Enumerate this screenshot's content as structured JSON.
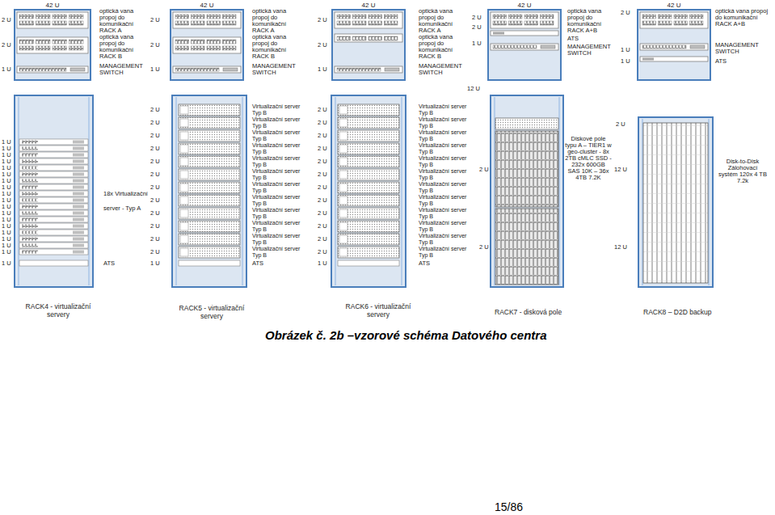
{
  "diagram": {
    "title": "Obrázek č. 2b –vzorové schéma Datového centra",
    "nodes": [
      {
        "text": [
          "42 U"
        ]
      },
      {
        "text": [
          "42 U"
        ]
      },
      {
        "text": [
          "42 U"
        ]
      },
      {
        "text": [
          "42 U"
        ]
      },
      {
        "text": [
          "42 U"
        ]
      }
    ],
    "labels": [
      "2 U",
      "optická vana propoj do komunikační RACK A",
      "2 U",
      "2 U",
      "optická vana propoj do komunikační RACK B",
      "2 U",
      "1 U",
      "MANAGEMENT SWITCH",
      "1 U",
      "optická vana propoj do komunikační RACK A",
      "2 U",
      "optická vana propoj do komunikační RACK B",
      "2 U",
      "MANAGEMENT SWITCH",
      "1 U",
      "optická vana propoj do komunikační RACK A",
      "2 U",
      "2 U",
      "optická vana propoj do komunikační RACK B",
      "1 U",
      "MANAGEMENT SWITCH",
      "12 U",
      "optická vana propoj do komunikační RACK A+B",
      "2 U",
      "ATS",
      "MANAGEMENT SWITCH",
      "1 U",
      "1 U",
      "optická vana propoj do komunikační RACK A+B",
      "MANAGEMENT SWITCH",
      "ATS",
      "1 U",
      "1 U",
      "1 U",
      "1 U",
      "1 U",
      "1 U",
      "1 U",
      "1 U",
      "1 U",
      "1 U",
      "1 U",
      "1 U",
      "1 U",
      "1 U",
      "1 U",
      "1 U",
      "1 U",
      "1 U",
      "1 U",
      "18x Virtualizační",
      "server - Typ A",
      "ATS",
      "2 U",
      "2 U",
      "2 U",
      "2 U",
      "2 U",
      "2 U",
      "2 U",
      "2 U",
      "2 U",
      "2 U",
      "2 U",
      "2 U",
      "1 U",
      "Virtualizační server Typ B",
      "Virtualizační server Typ B",
      "Virtualizační server Typ B",
      "Virtualizační server Typ B",
      "Virtualizační server Typ B",
      "Virtualizační server Typ B",
      "Virtualizační server Typ B",
      "Virtualizační server Typ B",
      "Virtualizační server Typ B",
      "Virtualizační server Typ B",
      "Virtualizační server Typ B",
      "Virtualizační server Typ B",
      "ATS",
      "2 U",
      "2 U",
      "2 U",
      "2 U",
      "2 U",
      "2 U",
      "2 U",
      "2 U",
      "2 U",
      "2 U",
      "2 U",
      "2 U",
      "1 U",
      "Virtualizační server Typ B",
      "Virtualizační server Typ B",
      "Virtualizační server Typ B",
      "Virtualizační server Typ B",
      "Virtualizační server Typ B",
      "Virtualizační server Typ B",
      "Virtualizační server Typ B",
      "Virtualizační server Typ B",
      "Virtualizační server Typ B",
      "Virtualizační server Typ B",
      "Virtualizační server Typ B",
      "Virtualizační server Typ B",
      "ATS",
      "2 U",
      "2 U",
      "2 U",
      "Diskové pole typu A – TIER1 w geo-cluster - 8x 2TB cMLC SSD - 232x 600GB SAS 10K – 36x 4TB 7.2K",
      "12 U",
      "12 U",
      "Disk-to-Disk Zálohovací systém 120x 4 TB 7.2k",
      "RACK4 - virtualizační servery",
      "RACK5 - virtualizační servery",
      "RACK6 - virtualizační servery",
      "RACK7 - disková pole",
      "RACK8 – D2D backup",
      "15/86"
    ]
  }
}
